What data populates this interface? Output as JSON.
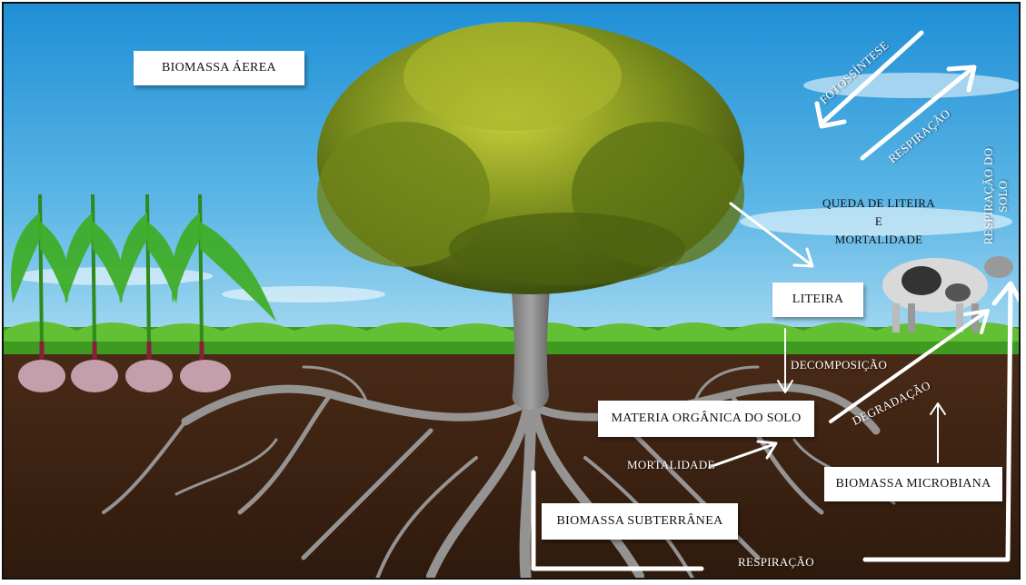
{
  "labels": {
    "biomassa_aerea": "BIOMASSA ÁEREA",
    "fotossintese": "FOTOSSÍNTESE",
    "respiracao_top": "RESPIRAÇÃO",
    "respiracao_solo": "RESPIRAÇÃO DO SOLO",
    "queda_line1": "QUEDA DE LITEIRA",
    "queda_line2": "E",
    "queda_line3": "MORTALIDADE",
    "liteira": "LITEIRA",
    "decomposicao": "DECOMPOSIÇÃO",
    "degradacao": "DEGRADAÇÃO",
    "materia_organica": "MATERIA ORGÂNICA DO SOLO",
    "mortalidade": "MORTALIDADE",
    "biomassa_microbiana": "BIOMASSA MICROBIANA",
    "biomassa_subterranea": "BIOMASSA SUBTERRÂNEA",
    "respiracao_bottom": "RESPIRAÇÃO"
  }
}
